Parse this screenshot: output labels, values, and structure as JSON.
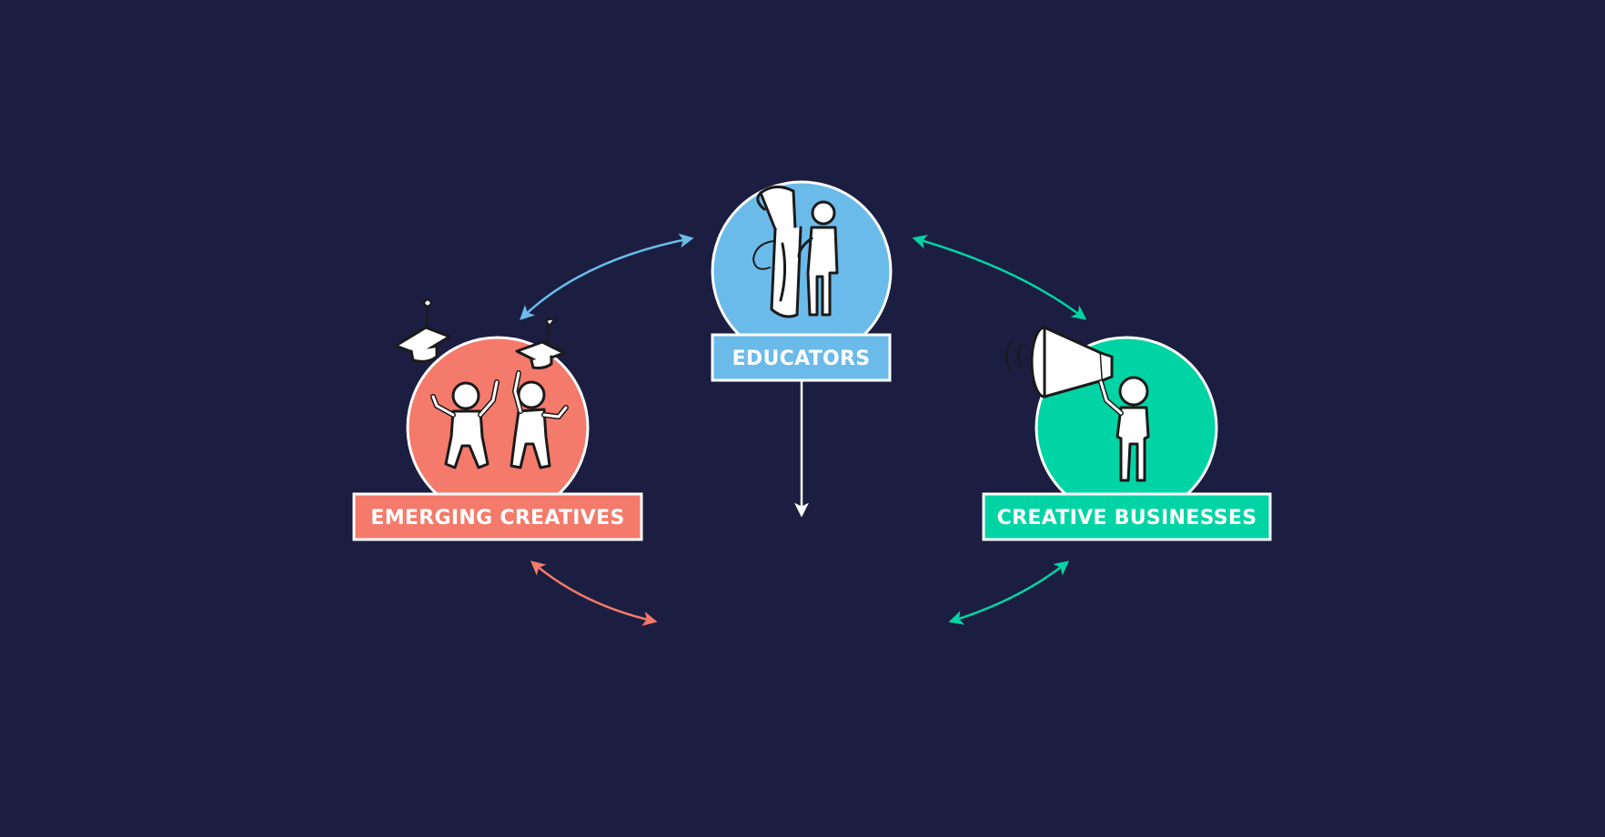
{
  "diagram": {
    "background": "#1b1e40",
    "nodes": [
      {
        "id": "educators",
        "label": "EDUCATORS",
        "color": "#6bbbea",
        "icon": "person-holding-scroll-icon"
      },
      {
        "id": "emerging-creatives",
        "label": "EMERGING CREATIVES",
        "color": "#f47a6b",
        "icon": "celebrating-graduates-icon"
      },
      {
        "id": "creative-businesses",
        "label": "CREATIVE BUSINESSES",
        "color": "#00d4a5",
        "icon": "person-with-megaphone-icon"
      }
    ],
    "connections": [
      {
        "from": "educators",
        "to": "emerging-creatives",
        "direction": "both",
        "color": "#6bbbea"
      },
      {
        "from": "educators",
        "to": "creative-businesses",
        "direction": "both",
        "color": "#00d4a5"
      },
      {
        "from": "educators",
        "to": "center",
        "direction": "down",
        "color": "#ffffff"
      },
      {
        "from": "emerging-creatives",
        "to": "center",
        "direction": "both",
        "color": "#f47a6b"
      },
      {
        "from": "creative-businesses",
        "to": "center",
        "direction": "both",
        "color": "#00d4a5"
      }
    ]
  }
}
